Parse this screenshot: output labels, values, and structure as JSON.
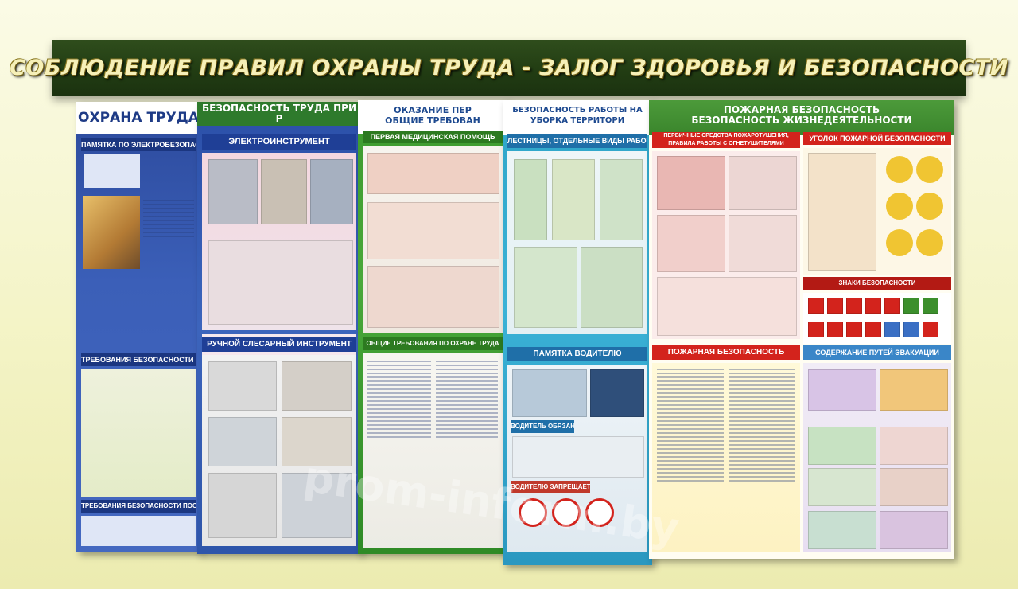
{
  "banner": {
    "title": "СОБЛЮДЕНИЕ ПРАВИЛ ОХРАНЫ ТРУДА - ЗАЛОГ ЗДОРОВЬЯ И БЕЗОПАСНОСТИ"
  },
  "panels": {
    "p1": {
      "title": "ОХРАНА ТРУДА",
      "sub1": "ПАМЯТКА ПО ЭЛЕКТРОБЕЗОПАСНОСТИ",
      "sub2": "ТРЕБОВАНИЯ БЕЗОПАСНОСТИ ВО ВРЕМЯ РАБОТЫ",
      "sub3": "ТРЕБОВАНИЯ БЕЗОПАСНОСТИ ПОСЛЕ ОКОНЧАНИЯ РАБОТ"
    },
    "p2": {
      "title": "БЕЗОПАСНОСТЬ ТРУДА ПРИ Р",
      "sub1": "ЭЛЕКТРОИНСТРУМЕНТ",
      "sub2": "РУЧНОЙ СЛЕСАРНЫЙ ИНСТРУМЕНТ"
    },
    "p3": {
      "title1": "ОКАЗАНИЕ ПЕР",
      "title2": "ОБЩИЕ ТРЕБОВАН",
      "sub1": "ПЕРВАЯ МЕДИЦИНСКАЯ ПОМОЩЬ",
      "sub2": "ОБЩИЕ ТРЕБОВАНИЯ ПО ОХРАНЕ ТРУДА"
    },
    "p4": {
      "title1": "БЕЗОПАСНОСТЬ РАБОТЫ НА",
      "title2": "УБОРКА ТЕРРИТОРИ",
      "sub1": "ЛЕСТНИЦЫ, ОТДЕЛЬНЫЕ ВИДЫ РАБОТ",
      "sub2": "ПАМЯТКА ВОДИТЕЛЮ",
      "tag1": "ВОДИТЕЛЬ ОБЯЗАН:",
      "tag2": "ВОДИТЕЛЮ ЗАПРЕЩАЕТСЯ"
    },
    "p5": {
      "title1": "ПОЖАРНАЯ БЕЗОПАСНОСТЬ",
      "title2": "БЕЗОПАСНОСТЬ ЖИЗНЕДЕЯТЕЛЬНОСТИ",
      "left1": "ПЕРВИЧНЫЕ СРЕДСТВА ПОЖАРОТУШЕНИЯ, ПРАВИЛА РАБОТЫ С ОГНЕТУШИТЕЛЯМИ",
      "right1": "УГОЛОК ПОЖАРНОЙ БЕЗОПАСНОСТИ",
      "left2": "ПОЖАРНАЯ БЕЗОПАСНОСТЬ",
      "right2": "СОДЕРЖАНИЕ ПУТЕЙ ЭВАКУАЦИИ",
      "signs": "ЗНАКИ БЕЗОПАСНОСТИ"
    }
  },
  "watermark": "prom-inform.by",
  "colors": {
    "banner": "#223d13",
    "banner_text": "#f6f0b8",
    "fire_red": "#d3231c",
    "safety_green": "#3c8f2c"
  }
}
